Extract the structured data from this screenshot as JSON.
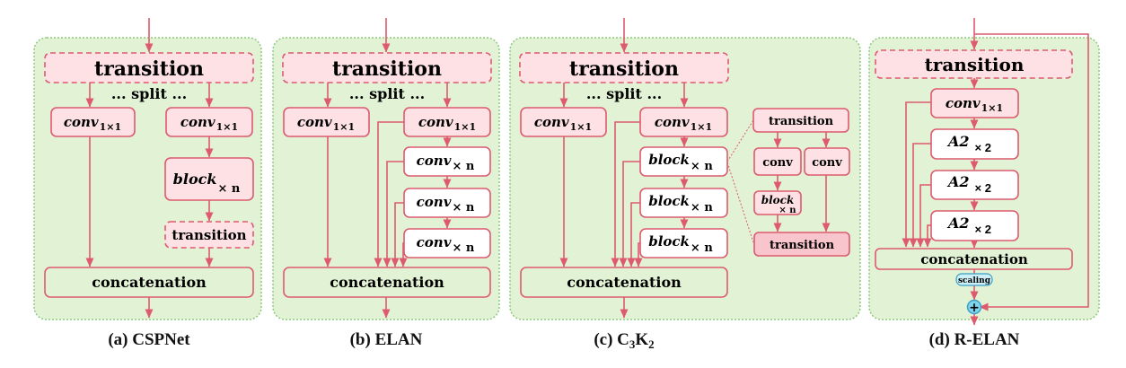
{
  "colors": {
    "panel_fill": "#e2f2d5",
    "panel_border": "#8dc97c",
    "box_stroke": "#dd5a6f",
    "box_fill_pink": "#fde1e5",
    "box_fill_white": "#ffffff",
    "arrow": "#dd5a6f",
    "scaling_fill": "#cdeff8",
    "scaling_stroke": "#3a9fc4"
  },
  "labels": {
    "transition": "transition",
    "split": "... split ...",
    "conv_base": "conv",
    "sub_1x1": "1×1",
    "sub_xn": "× n",
    "block": "block",
    "concatenation": "concatenation",
    "A2": "A2",
    "x2": "× 2",
    "scaling": "scaling",
    "plus": "+"
  },
  "captions": {
    "a": "(a) CSPNet",
    "b": "(b) ELAN",
    "c_pre": "(c) C",
    "c_sub1": "3",
    "c_mid": "K",
    "c_sub2": "2",
    "d": "(d) R-ELAN"
  }
}
